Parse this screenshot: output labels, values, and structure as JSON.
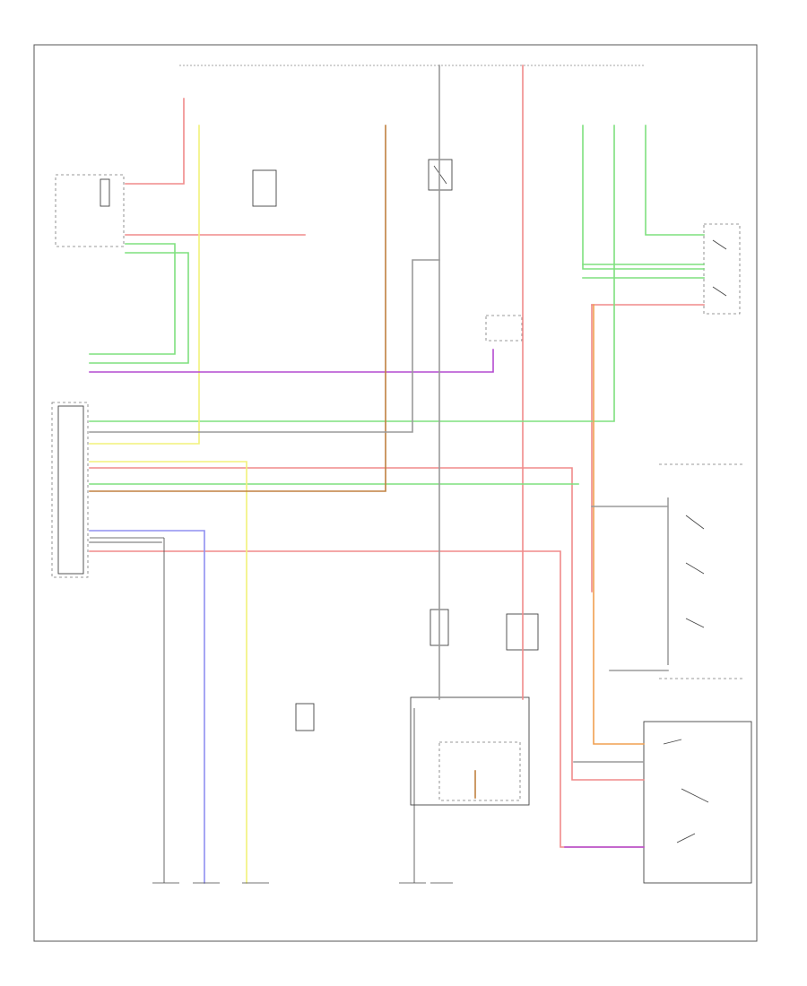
{
  "diagram": {
    "footer_code": "",
    "components": [
      {
        "id": "combination-meter",
        "label": ""
      },
      {
        "id": "cruise-indicator",
        "label": ""
      },
      {
        "id": "cruise-control-ecu",
        "label": ""
      },
      {
        "id": "stop-light-switch",
        "label": ""
      },
      {
        "id": "combination-switch",
        "label": ""
      },
      {
        "id": "cruise-control-actuator",
        "label": ""
      },
      {
        "id": "engine-control-module",
        "label": ""
      },
      {
        "id": "clutch-switch",
        "label": ""
      },
      {
        "id": "park-neutral-switch",
        "label": ""
      }
    ],
    "wire_colors": {
      "red": "#f08a8a",
      "green": "#7fe07f",
      "yellow": "#f2f27a",
      "blue": "#8f8ff0",
      "purple": "#b44ad0",
      "orange": "#f0a050",
      "brown": "#c08040",
      "gray": "#9a9a9a",
      "black": "#444444"
    }
  }
}
